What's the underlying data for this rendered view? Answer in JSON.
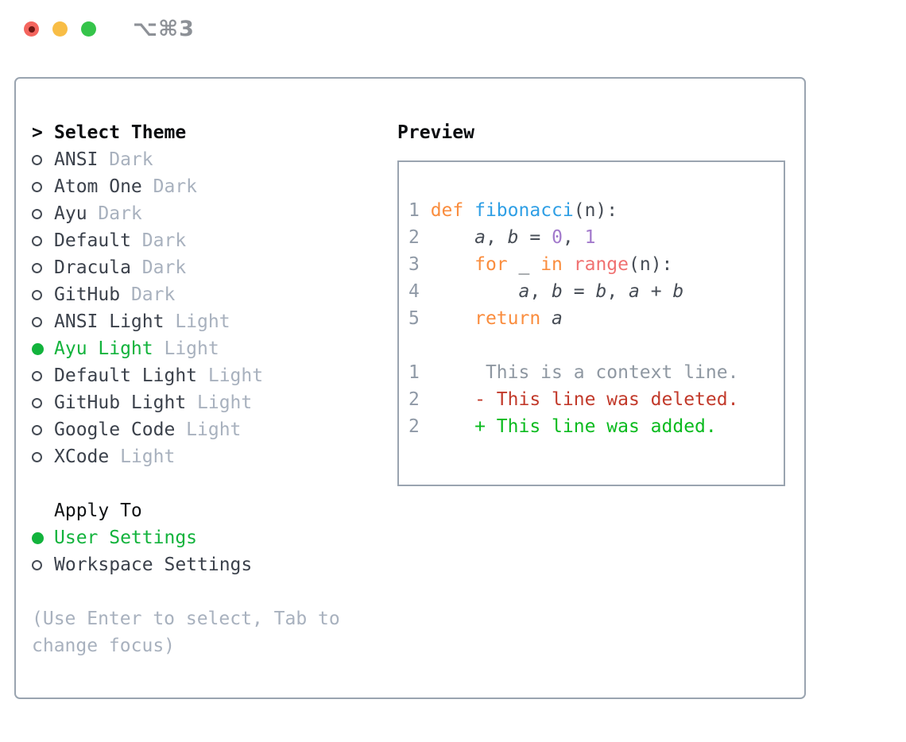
{
  "window": {
    "shortcut": "⌥⌘3",
    "traffic_lights": [
      "close",
      "minimize",
      "zoom"
    ]
  },
  "panel": {
    "prompt": ">",
    "title": "Select Theme",
    "themes": [
      {
        "name": "ANSI",
        "variant": "Dark",
        "selected": false
      },
      {
        "name": "Atom One",
        "variant": "Dark",
        "selected": false
      },
      {
        "name": "Ayu",
        "variant": "Dark",
        "selected": false
      },
      {
        "name": "Default",
        "variant": "Dark",
        "selected": false
      },
      {
        "name": "Dracula",
        "variant": "Dark",
        "selected": false
      },
      {
        "name": "GitHub",
        "variant": "Dark",
        "selected": false
      },
      {
        "name": "ANSI Light",
        "variant": "Light",
        "selected": false
      },
      {
        "name": "Ayu Light",
        "variant": "Light",
        "selected": true
      },
      {
        "name": "Default Light",
        "variant": "Light",
        "selected": false
      },
      {
        "name": "GitHub Light",
        "variant": "Light",
        "selected": false
      },
      {
        "name": "Google Code",
        "variant": "Light",
        "selected": false
      },
      {
        "name": "XCode",
        "variant": "Light",
        "selected": false
      }
    ],
    "apply_to": {
      "title": "Apply To",
      "options": [
        {
          "label": "User Settings",
          "selected": true
        },
        {
          "label": "Workspace Settings",
          "selected": false
        }
      ]
    },
    "hint": "(Use Enter to select, Tab to change focus)"
  },
  "preview": {
    "title": "Preview",
    "lines": [
      {
        "num": "1",
        "tokens": [
          [
            "def",
            "kw"
          ],
          [
            " ",
            "fg"
          ],
          [
            "fibonacci",
            "fn"
          ],
          [
            "(n):",
            "fg"
          ]
        ]
      },
      {
        "num": "2",
        "tokens": [
          [
            "    ",
            "fg"
          ],
          [
            "a",
            "var"
          ],
          [
            ", ",
            "fg"
          ],
          [
            "b",
            "var"
          ],
          [
            " = ",
            "fg"
          ],
          [
            "0",
            "num"
          ],
          [
            ", ",
            "fg"
          ],
          [
            "1",
            "num"
          ]
        ]
      },
      {
        "num": "3",
        "tokens": [
          [
            "    ",
            "fg"
          ],
          [
            "for",
            "kw"
          ],
          [
            " _ ",
            "fg"
          ],
          [
            "in",
            "kw"
          ],
          [
            " ",
            "fg"
          ],
          [
            "range",
            "call"
          ],
          [
            "(n):",
            "fg"
          ]
        ]
      },
      {
        "num": "4",
        "tokens": [
          [
            "        ",
            "fg"
          ],
          [
            "a",
            "var"
          ],
          [
            ", ",
            "fg"
          ],
          [
            "b",
            "var"
          ],
          [
            " = ",
            "fg"
          ],
          [
            "b",
            "var"
          ],
          [
            ", ",
            "fg"
          ],
          [
            "a",
            "var"
          ],
          [
            " + ",
            "fg"
          ],
          [
            "b",
            "var"
          ]
        ]
      },
      {
        "num": "5",
        "tokens": [
          [
            "    ",
            "fg"
          ],
          [
            "return",
            "kw"
          ],
          [
            " ",
            "fg"
          ],
          [
            "a",
            "var"
          ]
        ]
      },
      {
        "num": "",
        "tokens": []
      },
      {
        "num": "1",
        "tokens": [
          [
            "     This is a context line.",
            "ctx"
          ]
        ]
      },
      {
        "num": "2",
        "tokens": [
          [
            "    - This line was deleted.",
            "del"
          ]
        ]
      },
      {
        "num": "2",
        "tokens": [
          [
            "    + This line was added.",
            "add"
          ]
        ]
      }
    ]
  },
  "colors": {
    "selection_green": "#12b33c",
    "added_green": "#0bbb1f",
    "deleted_red": "#c23a2b",
    "keyword_orange": "#fa8d3e",
    "function_blue": "#2f9fe5",
    "call_coral": "#f07171",
    "number_purple": "#a37acc",
    "muted_gray": "#a8b1be",
    "line_number_gray": "#8f99a6",
    "border_gray": "#9aa4b0",
    "traffic_red": "#f4655e",
    "traffic_yellow": "#f8bd45",
    "traffic_green": "#35c44a"
  }
}
